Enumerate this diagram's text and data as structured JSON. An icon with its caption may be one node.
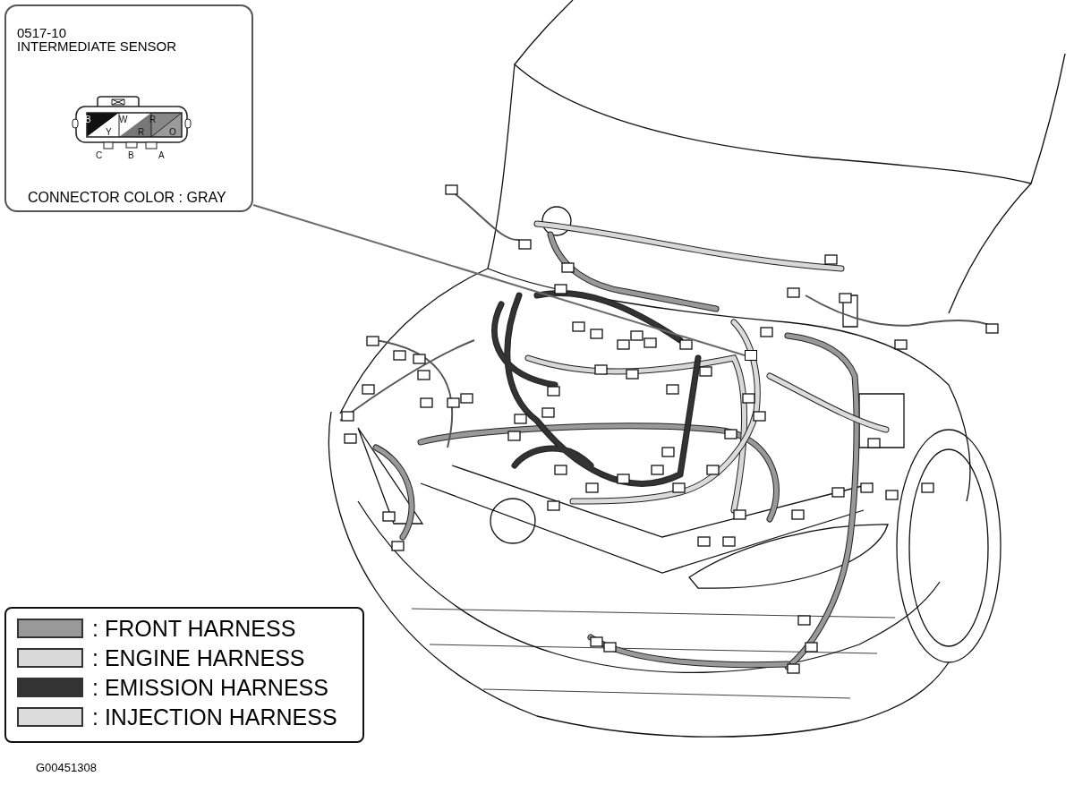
{
  "diagram": {
    "nodes": [
      {
        "text": [
          "0517-10",
          "INTERMEDIATE SENSOR",
          "CONNECTOR COLOR : GRAY"
        ]
      },
      {
        "text": [],
        "shape": "box"
      }
    ],
    "edges": [
      {
        "from": 0,
        "to": 1,
        "arrow": "none"
      }
    ],
    "labels": [
      "B",
      "Y",
      "W",
      "R",
      "R",
      "O",
      "C",
      "B",
      "A",
      "G00451308"
    ],
    "legend": [
      {
        "text": ": FRONT HARNESS",
        "color": "#999999"
      },
      {
        "text": ": ENGINE HARNESS",
        "color": "#d8d8d8"
      },
      {
        "text": ": EMISSION HARNESS",
        "color": "#333333"
      },
      {
        "text": ": INJECTION HARNESS",
        "color": "#dcdcdc"
      }
    ]
  }
}
